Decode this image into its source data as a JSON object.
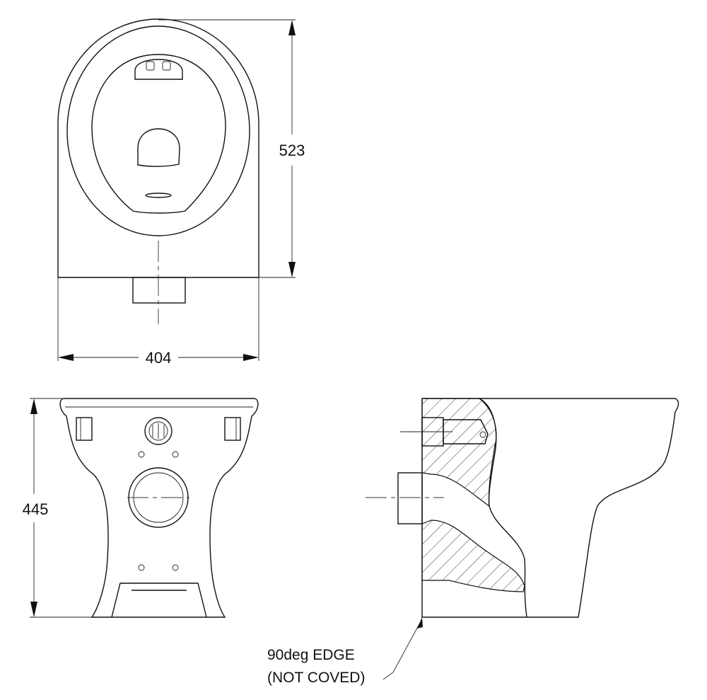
{
  "dimensions": {
    "height_top_view": "523",
    "width_top_view": "404",
    "height_front_view": "445"
  },
  "notes": {
    "edge_line1": "90deg EDGE",
    "edge_line2": "(NOT COVED)"
  },
  "colors": {
    "line": "#111111",
    "background": "#ffffff"
  }
}
